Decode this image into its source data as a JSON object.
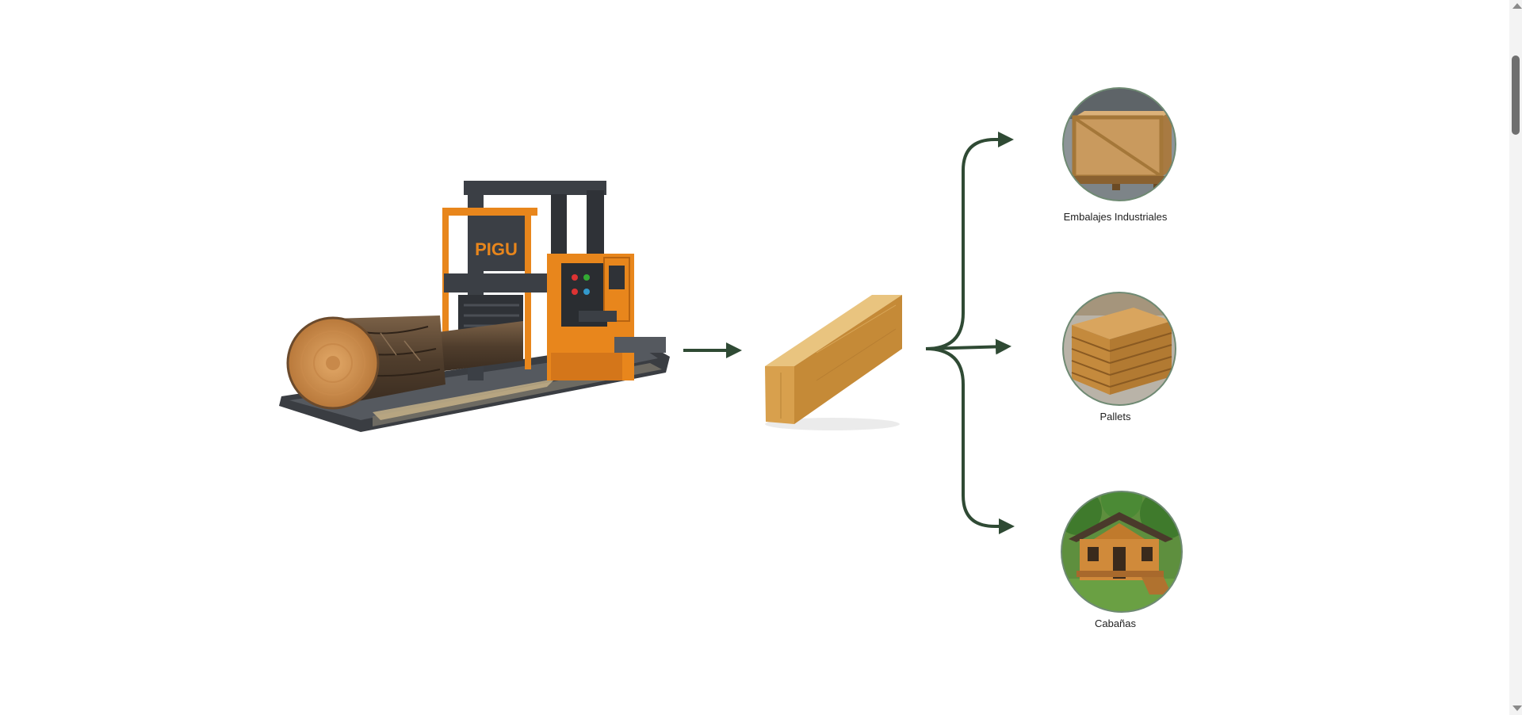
{
  "colors": {
    "arrow": "#2f4a34",
    "machine_orange": "#e8861c",
    "machine_frame": "#3b3f45",
    "wood": "#d9a24a",
    "log_bark": "#5a4632"
  },
  "machine": {
    "brand": "PIGU"
  },
  "products": [
    {
      "label": "Embalajes Industriales",
      "icon": "wooden-crate-icon"
    },
    {
      "label": "Pallets",
      "icon": "pallet-stack-icon"
    },
    {
      "label": "Cabañas",
      "icon": "wooden-cabin-icon"
    }
  ]
}
